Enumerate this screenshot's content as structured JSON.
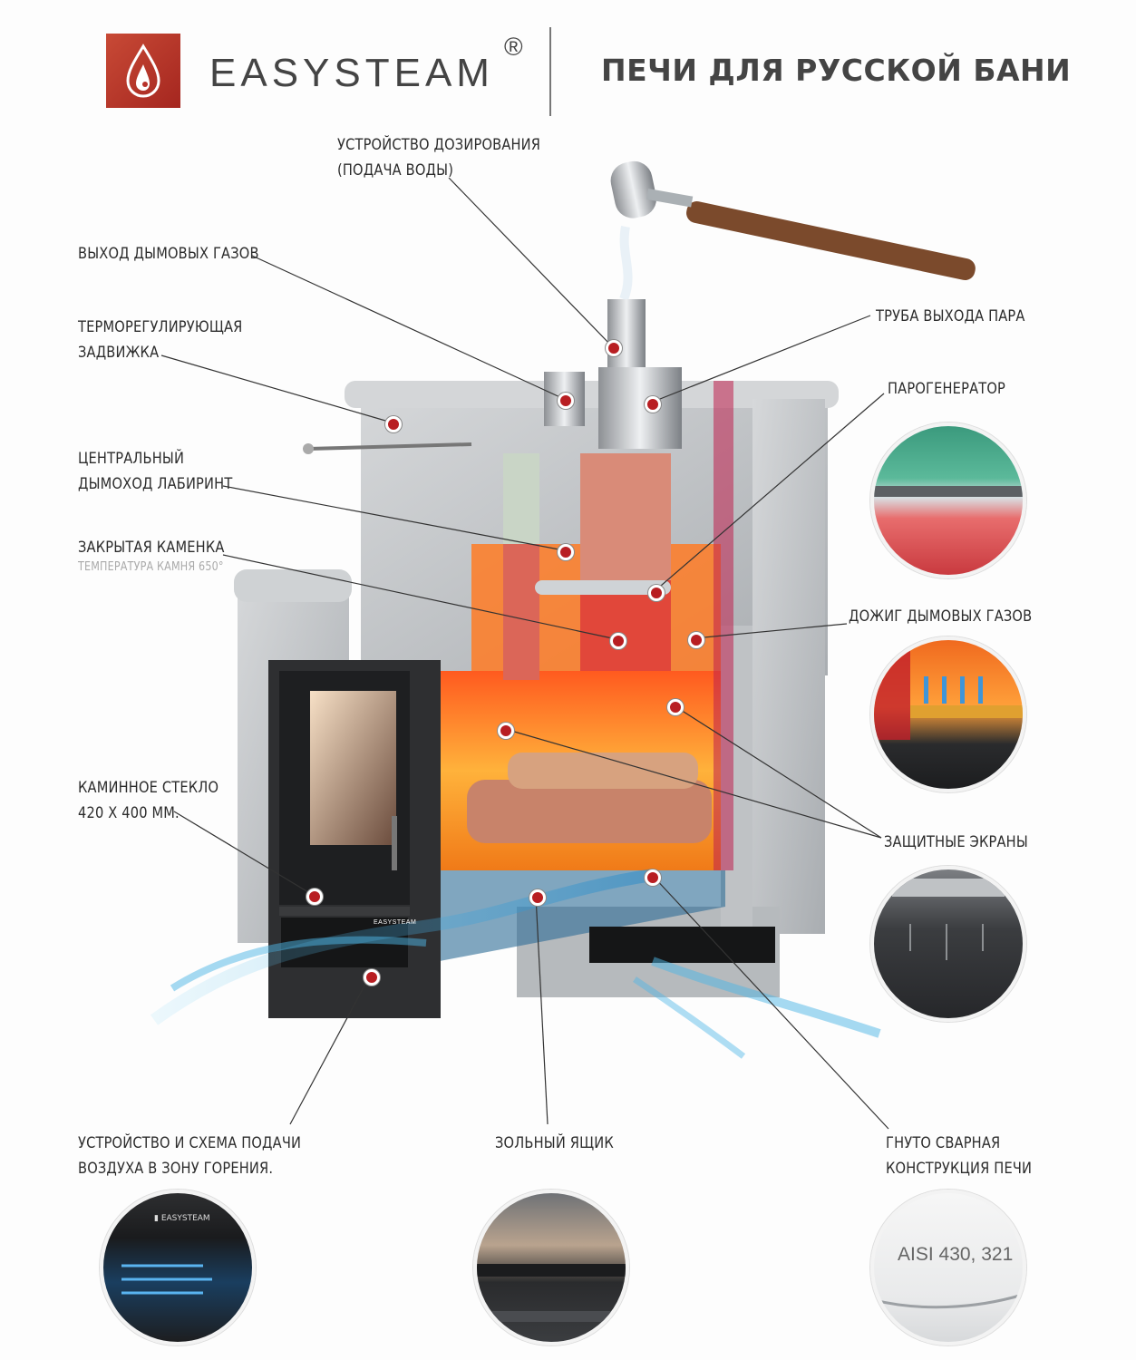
{
  "header": {
    "brand": "EASYSTEAM",
    "registered": "®",
    "title": "ПЕЧИ ДЛЯ РУССКОЙ БАНИ"
  },
  "labels": {
    "dosing": [
      "УСТРОЙСТВО ДОЗИРОВАНИЯ",
      "(ПОДАЧА ВОДЫ)"
    ],
    "smoke_outlet": "ВЫХОД ДЫМОВЫХ ГАЗОВ",
    "damper": [
      "ТЕРМОРЕГУЛИРУЮЩАЯ",
      "ЗАДВИЖКА"
    ],
    "labyrinth": [
      "ЦЕНТРАЛЬНЫЙ",
      "ДЫМОХОД ЛАБИРИНТ"
    ],
    "closed_heater": "ЗАКРЫТАЯ КАМЕНКА",
    "stone_temp": "ТЕМПЕРАТУРА КАМНЯ 650°",
    "glass": [
      "КАМИННОЕ СТЕКЛО",
      "420 Х 400 ММ."
    ],
    "steam_pipe": "ТРУБА ВЫХОДА ПАРА",
    "steam_generator": "ПАРОГЕНЕРАТОР",
    "afterburn": "ДОЖИГ ДЫМОВЫХ ГАЗОВ",
    "screens": "ЗАЩИТНЫЕ ЭКРАНЫ",
    "air_supply": [
      "УСТРОЙСТВО И СХЕМА ПОДАЧИ",
      "ВОЗДУХА В ЗОНУ ГОРЕНИЯ."
    ],
    "ash_box": "ЗОЛЬНЫЙ ЯЩИК",
    "welded": [
      "ГНУТО СВАРНАЯ",
      "КОНСТРУКЦИЯ ПЕЧИ"
    ]
  },
  "stove_badge": "EASYSTEAM",
  "detail_text": "AISI 430, 321",
  "colors": {
    "brand_red": "#b8322a",
    "stone": "#c4c7ca",
    "fire": "#f08a1c",
    "air": "#3aa3d8",
    "steam": "#d22a5a"
  },
  "icons": [
    "logo-flame-icon",
    "registered-icon"
  ]
}
